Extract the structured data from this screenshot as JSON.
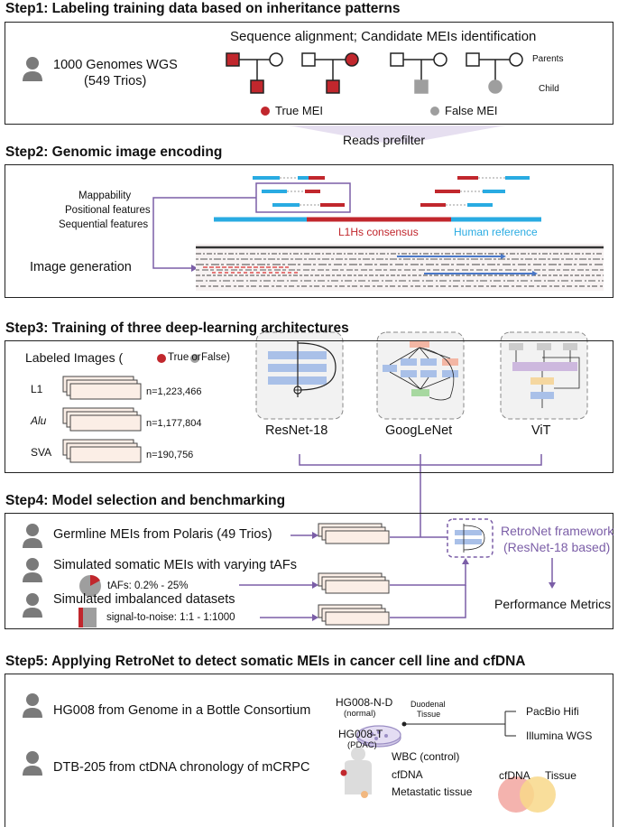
{
  "step1": {
    "title": "Step1: Labeling training data based on inheritance patterns",
    "subtitle": "Sequence alignment; Candidate MEIs identification",
    "source_line1": "1000 Genomes WGS",
    "source_line2": "(549 Trios)",
    "parents_label": "Parents",
    "child_label": "Child",
    "true_legend": "True MEI",
    "false_legend": "False MEI",
    "prefilter": "Reads prefilter"
  },
  "step2": {
    "title": "Step2: Genomic image encoding",
    "feature1": "Mappability",
    "feature2": "Positional features",
    "feature3": "Sequential features",
    "consensus_label": "L1Hs consensus",
    "reference_label": "Human reference",
    "image_generation": "Image generation"
  },
  "step3": {
    "title": "Step3: Training of three deep-learning architectures",
    "labeled_images": "Labeled Images (",
    "true_or": "True or",
    "false_close": "False)",
    "datasets": [
      {
        "name": "L1",
        "count": "n=1,223,466"
      },
      {
        "name": "Alu",
        "count": "n=1,177,804"
      },
      {
        "name": "SVA",
        "count": "n=190,756"
      }
    ],
    "models": [
      "ResNet-18",
      "GoogLeNet",
      "ViT"
    ]
  },
  "step4": {
    "title": "Step4: Model selection and benchmarking",
    "row1": "Germline MEIs from Polaris (49 Trios)",
    "row2": "Simulated somatic MEIs with varying tAFs",
    "row2_sub": "tAFs: 0.2% - 25%",
    "row3": "Simulated imbalanced datasets",
    "row3_sub": "signal-to-noise: 1:1 - 1:1000",
    "framework_line1": "RetroNet framework",
    "framework_line2": "(ResNet-18 based)",
    "metrics": "Performance Metrics"
  },
  "step5": {
    "title": "Step5: Applying RetroNet to detect somatic MEIs in cancer cell line and cfDNA",
    "row1": "HG008 from Genome in a Bottle Consortium",
    "hg008_nd": "HG008-N-D",
    "normal": "(normal)",
    "hg008_t": "HG008-T",
    "pdac": "(PDAC)",
    "duodenal1": "Duodenal",
    "duodenal2": "Tissue",
    "pacbio": "PacBio Hifi",
    "illumina": "Illumina WGS",
    "row2": "DTB-205 from ctDNA chronology of mCRPC",
    "wbc": "WBC (control)",
    "cfdna": "cfDNA",
    "metastatic": "Metastatic tissue",
    "venn_left": "cfDNA",
    "venn_right": "Tissue"
  },
  "colors": {
    "red": "#c1272d",
    "gray": "#9e9e9e",
    "blue": "#29abe2",
    "purple": "#7b5ea7",
    "model_blue": "#a9c0e8"
  }
}
